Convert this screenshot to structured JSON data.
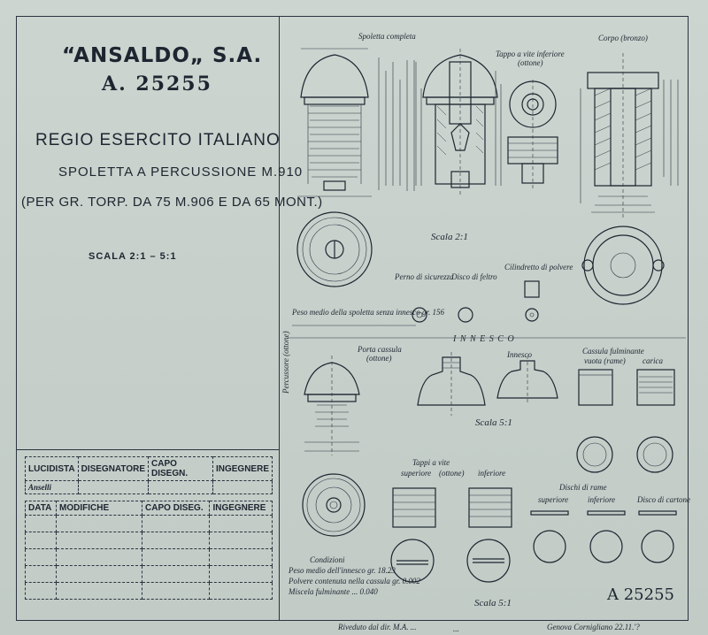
{
  "title_block": {
    "company": "“ANSALDO„ S.A.",
    "drawing_number": "A. 25255",
    "army": "REGIO ESERCITO ITALIANO",
    "fuze": "SPOLETTA A PERCUSSIONE M.910",
    "usage": "(PER GR. TORP. DA 75 M.906 E DA 65 MONT.)",
    "scale": "SCALA 2:1 – 5:1"
  },
  "approval_table": {
    "headers": [
      "LUCIDISTA",
      "DISEGNATORE",
      "CAPO DISEGN.",
      "INGEGNERE"
    ],
    "signature": "Anselli"
  },
  "revision_table": {
    "headers": [
      "DATA",
      "MODIFICHE",
      "CAPO DISEG.",
      "INGEGNERE"
    ]
  },
  "captions": {
    "spoletta_completa": "Spoletta completa",
    "tappo_inferiore": "Tappo a vite inferiore",
    "tappo_inferiore_sub": "(ottone)",
    "corpo": "Corpo (bronzo)",
    "scala_2_1": "Scala 2:1",
    "perno": "Perno di sicurezza",
    "disco_feltro": "Disco di feltro",
    "cilindretto": "Cilindretto di polvere",
    "peso": "Peso medio della spoletta senza innesco gr. 156",
    "innesco": "I N N E S C O",
    "porta_cassula": "Porta cassula",
    "porta_cassula_sub": "(ottone)",
    "innesco_label": "Innesco",
    "cassula": "Cassula fulminante",
    "vuota": "vuota (rame)",
    "carica": "carica",
    "scala_5_1_mid": "Scala 5:1",
    "tappi": "Tappi a vite",
    "superiore": "superiore",
    "ottone": "(ottone)",
    "inferiore": "inferiore",
    "dischi_rame": "Dischi di rame",
    "disco_sup": "superiore",
    "disco_inf": "inferiore",
    "disco_cartone": "Disco di cartone",
    "side_note": "Percussore (ottone)",
    "condizioni": "Condizioni",
    "cond_1": "Peso medio dell'innesco gr. 18.23",
    "cond_2": "Polvere contenuta nella cassula gr. 0.002",
    "cond_3": "Miscela fulminante ... 0.040",
    "scala_5_1_bottom": "Scala 5:1",
    "bottom_number": "A 25255",
    "footer_left": "Riveduto dal dir. M.A. ... ",
    "footer_sign": "...",
    "footer_right": "Genova Cornigliano 22.11.'?"
  }
}
